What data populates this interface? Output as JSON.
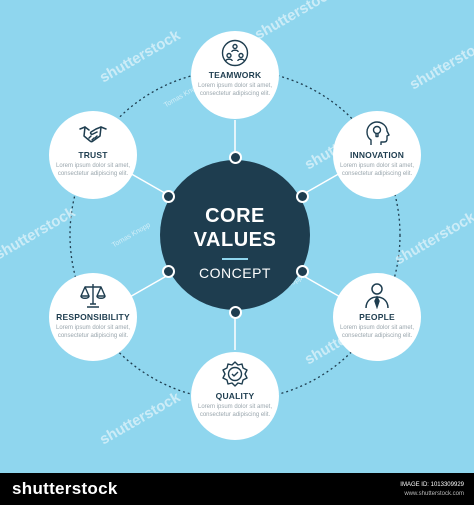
{
  "center": {
    "line1": "CORE",
    "line2": "VALUES",
    "line3": "CONCEPT"
  },
  "nodes": [
    {
      "title": "TEAMWORK",
      "desc": "Lorem ipsum dolor sit amet, consectetur adipiscing elit.",
      "icon": "teamwork-icon"
    },
    {
      "title": "INNOVATION",
      "desc": "Lorem ipsum dolor sit amet, consectetur adipiscing elit.",
      "icon": "lightbulb-head-icon"
    },
    {
      "title": "PEOPLE",
      "desc": "Lorem ipsum dolor sit amet, consectetur adipiscing elit.",
      "icon": "person-icon"
    },
    {
      "title": "QUALITY",
      "desc": "Lorem ipsum dolor sit amet, consectetur adipiscing elit.",
      "icon": "quality-badge-icon"
    },
    {
      "title": "RESPONSIBILITY",
      "desc": "Lorem ipsum dolor sit amet, consectetur adipiscing elit.",
      "icon": "scales-icon"
    },
    {
      "title": "TRUST",
      "desc": "Lorem ipsum dolor sit amet, consectetur adipiscing elit.",
      "icon": "handshake-icon"
    }
  ],
  "watermark": {
    "text": "shutterstock",
    "author": "Tomas Knopp"
  },
  "footer": {
    "brand": "shutterstock",
    "image_id": "IMAGE ID: 1013309929",
    "site": "www.shutterstock.com"
  },
  "colors": {
    "background": "#8fd6ee",
    "navy": "#1e3d4f",
    "white": "#ffffff"
  }
}
